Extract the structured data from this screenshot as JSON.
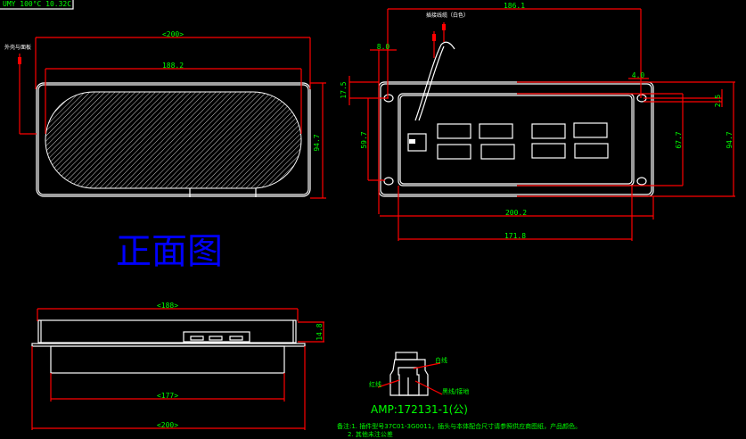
{
  "header_fragment": "UMY 100°C 10.32C",
  "front_view": {
    "title": "正面图",
    "label_left": "外壳与面板",
    "dims": {
      "overall_width": "<200>",
      "inner_width": "188.2",
      "height": "94.7"
    }
  },
  "rear_view": {
    "cable_label": "插接线缆（白色）",
    "dims": {
      "top": "186.1",
      "left_offset": "8.0",
      "hole_offset": "17.5",
      "right_offset": "4.0",
      "right_small": "2.5",
      "left_height": "59.7",
      "inner_height": "67.7",
      "overall_height": "94.7",
      "bottom_outer": "200.2",
      "bottom_inner": "171.8"
    }
  },
  "bottom_view": {
    "dims": {
      "top": "<188>",
      "thickness": "14.8",
      "inner": "<177>",
      "overall": "<200>"
    }
  },
  "connector": {
    "model": "AMP:172131-1(公)",
    "label_top": "白线",
    "label_left": "红线",
    "label_right": "黑线/接地",
    "note_line1": "备注:1. 插件型号37C01-3G0011，插头与本体配合尺寸请参照供应商图纸，产品颜色。",
    "note_line2": "2. 其他未注公差"
  },
  "colors": {
    "outline": "#ffffff",
    "dimension": "#ff0000",
    "text": "#00ff00",
    "title": "#0000ff"
  }
}
